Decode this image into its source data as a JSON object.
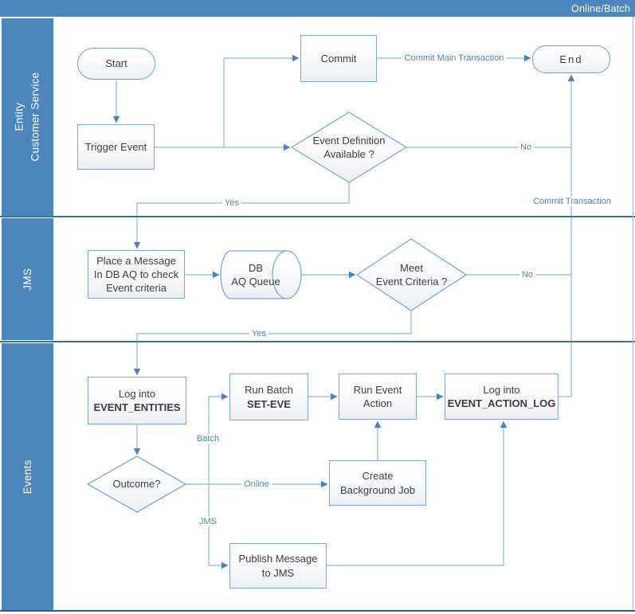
{
  "title": "Online/Batch",
  "lanes": [
    {
      "lines": [
        "Entity",
        "Customer Service"
      ]
    },
    {
      "lines": [
        "JMS"
      ]
    },
    {
      "lines": [
        "Events"
      ]
    }
  ],
  "nodes": {
    "start": {
      "label": "Start"
    },
    "trigger_event": {
      "label": "Trigger Event"
    },
    "commit": {
      "label": "Commit"
    },
    "end": {
      "label": "End"
    },
    "event_definition": {
      "line1": "Event Definition",
      "line2": "Available ?"
    },
    "place_message": {
      "line1": "Place a Message",
      "line2": "In DB AQ to check",
      "line3": "Event criteria"
    },
    "db_queue": {
      "line1": "DB",
      "line2": "AQ Queue"
    },
    "meet_criteria": {
      "line1": "Meet",
      "line2": "Event Criteria ?"
    },
    "log_entities": {
      "line1": "Log into",
      "line2": "EVENT_ENTITIES"
    },
    "run_batch": {
      "line1": "Run Batch",
      "line2": "SET-EVE"
    },
    "run_event": {
      "line1": "Run Event",
      "line2": "Action"
    },
    "log_action": {
      "line1": "Log into",
      "line2": "EVENT_ACTION_LOG"
    },
    "outcome": {
      "label": "Outcome?"
    },
    "create_job": {
      "line1": "Create",
      "line2": "Background Job"
    },
    "publish_jms": {
      "line1": "Publish Message",
      "line2": "to JMS"
    }
  },
  "edge_labels": {
    "yes_event_def": "Yes",
    "no_event_def": "No",
    "commit_main": "Commit Main Transaction",
    "commit_txn": "Commit Transaction",
    "yes_criteria": "Yes",
    "no_criteria": "No",
    "batch": "Batch",
    "online": "Online",
    "jms": "JMS"
  },
  "colors": {
    "lane_blue": "#4d85bd",
    "lane_boundary": "#40719e",
    "bottom_border": "#2e5e8e",
    "connector_line": "#9cc2e5",
    "arrowhead": "#4e81bb",
    "shape_border": "#7ea6cf",
    "shape_text": "#3d3d3d",
    "edge_label_text": "#4f82bb",
    "title_text": "#ffffff"
  }
}
